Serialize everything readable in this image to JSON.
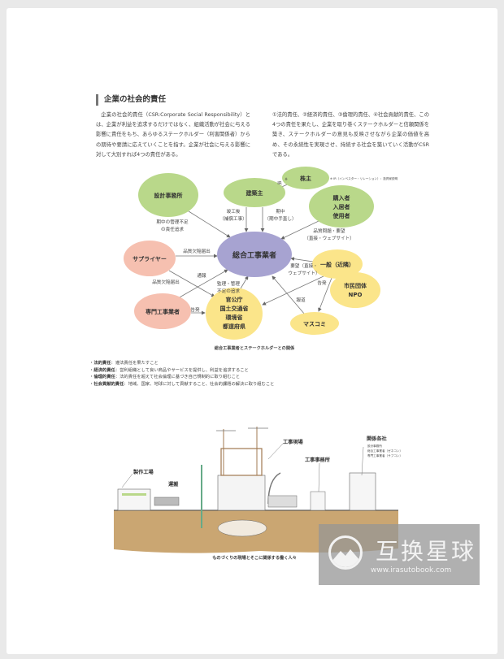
{
  "section": {
    "title": "企業の社会的責任",
    "paragraph_left": "企業の社会的責任（CSR:Corporate Social Responsibility）とは、企業が利益を追求するだけではなく、組織活動が社会に与える影響に責任をもち、あらゆるステークホルダー（利害関係者）からの期待や要請に応えていくことを指す。企業が社会に与える影響に対して大別すれば4つの責任がある。",
    "paragraph_right": "①法的責任、②経済的責任、③倫理的責任、④社会貢献的責任、この4つの責任を果たし、企業を取り巻くステークホルダーと信頼関係を築き、ステークホルダーの意見も反映させながら企業の価値を高め、その永続性を実現させ、持続する社会を築いていく活動がCSRである。"
  },
  "diagram": {
    "nodes": {
      "design_office": "設計事務所",
      "owner": "建築主",
      "shareholder": "株主",
      "buyer1": "購入者",
      "buyer2": "入居者",
      "buyer3": "使用者",
      "general_contractor": "総合工事業者",
      "supplier": "サプライヤー",
      "public": "一般（近隣）",
      "npo1": "市民団体",
      "npo2": "NPO",
      "specialist": "専門工事業者",
      "gov1": "官公庁",
      "gov2": "国土交通省",
      "gov3": "環境省",
      "gov4": "都道府県",
      "media": "マスコミ"
    },
    "labels": {
      "design_1": "期中の管理不足",
      "design_2": "の責任追求",
      "after_1": "竣工後",
      "after_2": "（補償工事）",
      "mid_1": "期中",
      "mid_2": "（期中手直し）",
      "ir": "IR",
      "ir_mark": "※",
      "ir_note": "※ IR（インベスター・リレーション）：投資家説明",
      "buyer_1": "品質問題・要望",
      "buyer_2": "（直接・ウェブサイト）",
      "supplier_defect": "品質欠陥届出",
      "supplier_defect2": "品質欠陥届出",
      "report": "通報",
      "supervise_1": "監理・管理",
      "supervise_2": "不足の追求",
      "accuse": "告発",
      "request_1": "要望（直接・",
      "request_2": "ウェブサイト）",
      "accuse2": "告発",
      "news": "報道"
    },
    "caption": "総合工事業者とステークホルダーとの関係"
  },
  "bullets": [
    {
      "term": "法的責任",
      "desc": "：遵法責任を果たすこと"
    },
    {
      "term": "経済的責任",
      "desc": "：営利組織として良い商品やサービスを提供し、利益を追求すること"
    },
    {
      "term": "倫理的責任",
      "desc": "：法的責任を超えて社会倫理に基づき自己規制的に取り組むこと"
    },
    {
      "term": "社会貢献的責任",
      "desc": "：地域、国家、地球に対して貢献すること、社会的課題の解決に取り組むこと"
    }
  ],
  "illustration": {
    "factory": "製作工場",
    "transport": "運搬",
    "site": "工事現場",
    "office": "工事事務所",
    "related": "関係各社",
    "related_1": "設計事務所",
    "related_2": "総合工事業者（ゼネコン）",
    "related_3": "専門工事業者（サブコン）",
    "caption": "ものづくりの現場とそこに関係する働く人々"
  },
  "watermark": {
    "title": "互换星球",
    "url": "www.irasutobook.com"
  },
  "colors": {
    "green": "#b9d88a",
    "purple": "#a7a3d1",
    "pink": "#f6c0b0",
    "yellow": "#fbe58a",
    "soil": "#caa672"
  }
}
